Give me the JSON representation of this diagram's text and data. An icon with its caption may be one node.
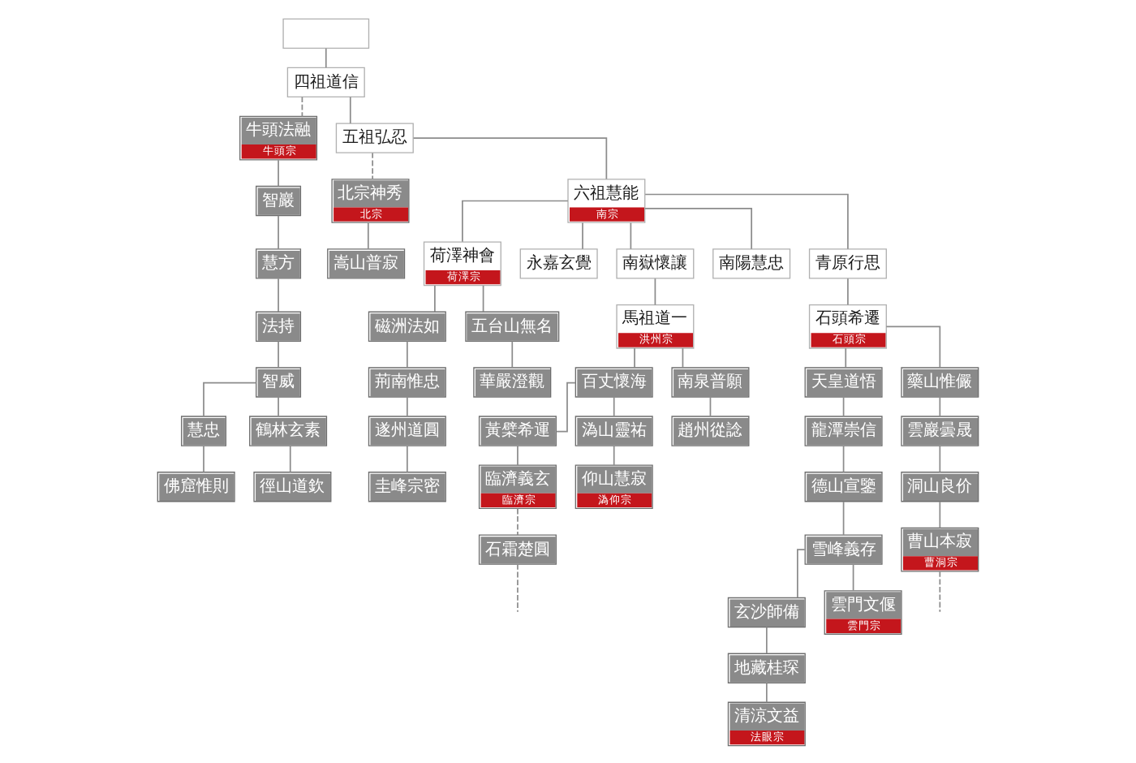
{
  "diagram": {
    "nodes": [
      {
        "text": [],
        "shape": "box"
      },
      {
        "text": [
          "四祖道信"
        ]
      },
      {
        "text": [
          "五祖弘忍"
        ]
      },
      {
        "text": [
          "北宗神秀",
          "北宗"
        ]
      },
      {
        "text": [
          "六祖慧能",
          "南宗"
        ]
      },
      {
        "text": [
          "嵩山普寂"
        ]
      },
      {
        "text": [
          "荷澤神會",
          "荷澤宗"
        ]
      },
      {
        "text": [
          "永嘉玄覺"
        ]
      },
      {
        "text": [
          "南嶽懷讓"
        ]
      },
      {
        "text": [
          "南陽慧忠"
        ]
      },
      {
        "text": [
          "青原行思"
        ]
      },
      {
        "text": [
          "馬祖道一",
          "洪州宗"
        ]
      },
      {
        "text": [
          "石頭希遷",
          "石頭宗"
        ]
      },
      {
        "text": [
          "磁洲法如"
        ]
      },
      {
        "text": [
          "五台山無名"
        ]
      },
      {
        "text": [
          "牛頭法融",
          "牛頭宗"
        ]
      },
      {
        "text": [
          "荊南惟忠"
        ]
      },
      {
        "text": [
          "華嚴澄觀"
        ]
      },
      {
        "text": [
          "百丈懷海"
        ]
      },
      {
        "text": [
          "南泉普願"
        ]
      },
      {
        "text": [
          "天皇道悟"
        ]
      },
      {
        "text": [
          "藥山惟儼"
        ]
      },
      {
        "text": [
          "智巖"
        ]
      },
      {
        "text": [
          "遂州道圓"
        ]
      },
      {
        "text": [
          "黃檗希運"
        ]
      },
      {
        "text": [
          "溈山靈祐"
        ]
      },
      {
        "text": [
          "趙州從諗"
        ]
      },
      {
        "text": [
          "龍潭崇信"
        ]
      },
      {
        "text": [
          "雲巖曇晟"
        ]
      },
      {
        "text": [
          "慧方"
        ]
      },
      {
        "text": [
          "圭峰宗密"
        ]
      },
      {
        "text": [
          "臨濟義玄",
          "臨濟宗"
        ]
      },
      {
        "text": [
          "仰山慧寂",
          "溈仰宗"
        ]
      },
      {
        "text": [
          "德山宣鑒"
        ]
      },
      {
        "text": [
          "洞山良价"
        ]
      },
      {
        "text": [
          "法持"
        ]
      },
      {
        "text": [
          "雪峰義存"
        ]
      },
      {
        "text": [
          "曹山本寂",
          "曹洞宗"
        ]
      },
      {
        "text": [
          "智威"
        ]
      },
      {
        "text": [
          "玄沙師備"
        ]
      },
      {
        "text": [
          "雲門文偃",
          "雲門宗"
        ]
      },
      {
        "text": [
          "地藏桂琛"
        ]
      },
      {
        "text": [
          "慧忠"
        ]
      },
      {
        "text": [
          "鶴林玄素"
        ]
      },
      {
        "text": [
          "石霜楚圓"
        ]
      },
      {
        "text": [
          "清涼文益",
          "法眼宗"
        ]
      },
      {
        "text": [
          "佛窟惟則"
        ]
      },
      {
        "text": [
          "徑山道欽"
        ]
      }
    ],
    "edges": [
      {
        "from": 0,
        "to": 1,
        "arrow": "none"
      },
      {
        "from": 1,
        "to": 15,
        "arrow": "none",
        "style": "dashed"
      },
      {
        "from": 1,
        "to": 2,
        "arrow": "none"
      },
      {
        "from": 2,
        "to": 3,
        "arrow": "none",
        "style": "dashed"
      },
      {
        "from": 2,
        "to": 4,
        "arrow": "none"
      },
      {
        "from": 3,
        "to": 5,
        "arrow": "none"
      },
      {
        "from": 4,
        "to": 6,
        "arrow": "none"
      },
      {
        "from": 4,
        "to": 7,
        "arrow": "none"
      },
      {
        "from": 4,
        "to": 8,
        "arrow": "none"
      },
      {
        "from": 4,
        "to": 9,
        "arrow": "none"
      },
      {
        "from": 4,
        "to": 10,
        "arrow": "none"
      },
      {
        "from": 6,
        "to": 13,
        "arrow": "none"
      },
      {
        "from": 6,
        "to": 14,
        "arrow": "none"
      },
      {
        "from": 8,
        "to": 11,
        "arrow": "none"
      },
      {
        "from": 10,
        "to": 12,
        "arrow": "none"
      },
      {
        "from": 13,
        "to": 16,
        "arrow": "none"
      },
      {
        "from": 14,
        "to": 17,
        "arrow": "none"
      },
      {
        "from": 11,
        "to": 18,
        "arrow": "none"
      },
      {
        "from": 11,
        "to": 19,
        "arrow": "none"
      },
      {
        "from": 12,
        "to": 20,
        "arrow": "none"
      },
      {
        "from": 12,
        "to": 21,
        "arrow": "none"
      },
      {
        "from": 15,
        "to": 22,
        "arrow": "none"
      },
      {
        "from": 16,
        "to": 23,
        "arrow": "none"
      },
      {
        "from": 18,
        "to": 24,
        "arrow": "none"
      },
      {
        "from": 18,
        "to": 25,
        "arrow": "none"
      },
      {
        "from": 19,
        "to": 26,
        "arrow": "none"
      },
      {
        "from": 20,
        "to": 27,
        "arrow": "none"
      },
      {
        "from": 21,
        "to": 28,
        "arrow": "none"
      },
      {
        "from": 22,
        "to": 29,
        "arrow": "none"
      },
      {
        "from": 23,
        "to": 30,
        "arrow": "none"
      },
      {
        "from": 24,
        "to": 31,
        "arrow": "none"
      },
      {
        "from": 25,
        "to": 32,
        "arrow": "none"
      },
      {
        "from": 27,
        "to": 33,
        "arrow": "none"
      },
      {
        "from": 28,
        "to": 34,
        "arrow": "none"
      },
      {
        "from": 29,
        "to": 35,
        "arrow": "none"
      },
      {
        "from": 33,
        "to": 36,
        "arrow": "none"
      },
      {
        "from": 34,
        "to": 37,
        "arrow": "none"
      },
      {
        "from": 35,
        "to": 38,
        "arrow": "none"
      },
      {
        "from": 36,
        "to": 39,
        "arrow": "none"
      },
      {
        "from": 36,
        "to": 40,
        "arrow": "none"
      },
      {
        "from": 38,
        "to": 42,
        "arrow": "none"
      },
      {
        "from": 38,
        "to": 43,
        "arrow": "none"
      },
      {
        "from": 31,
        "to": 44,
        "arrow": "none",
        "style": "dashed"
      },
      {
        "from": 39,
        "to": 41,
        "arrow": "none"
      },
      {
        "from": 41,
        "to": 45,
        "arrow": "none"
      },
      {
        "from": 42,
        "to": 46,
        "arrow": "none"
      },
      {
        "from": 43,
        "to": 47,
        "arrow": "none"
      },
      {
        "from": 44,
        "to": null,
        "arrow": "none",
        "style": "dashed"
      },
      {
        "from": 37,
        "to": null,
        "arrow": "none",
        "style": "dashed"
      }
    ]
  }
}
